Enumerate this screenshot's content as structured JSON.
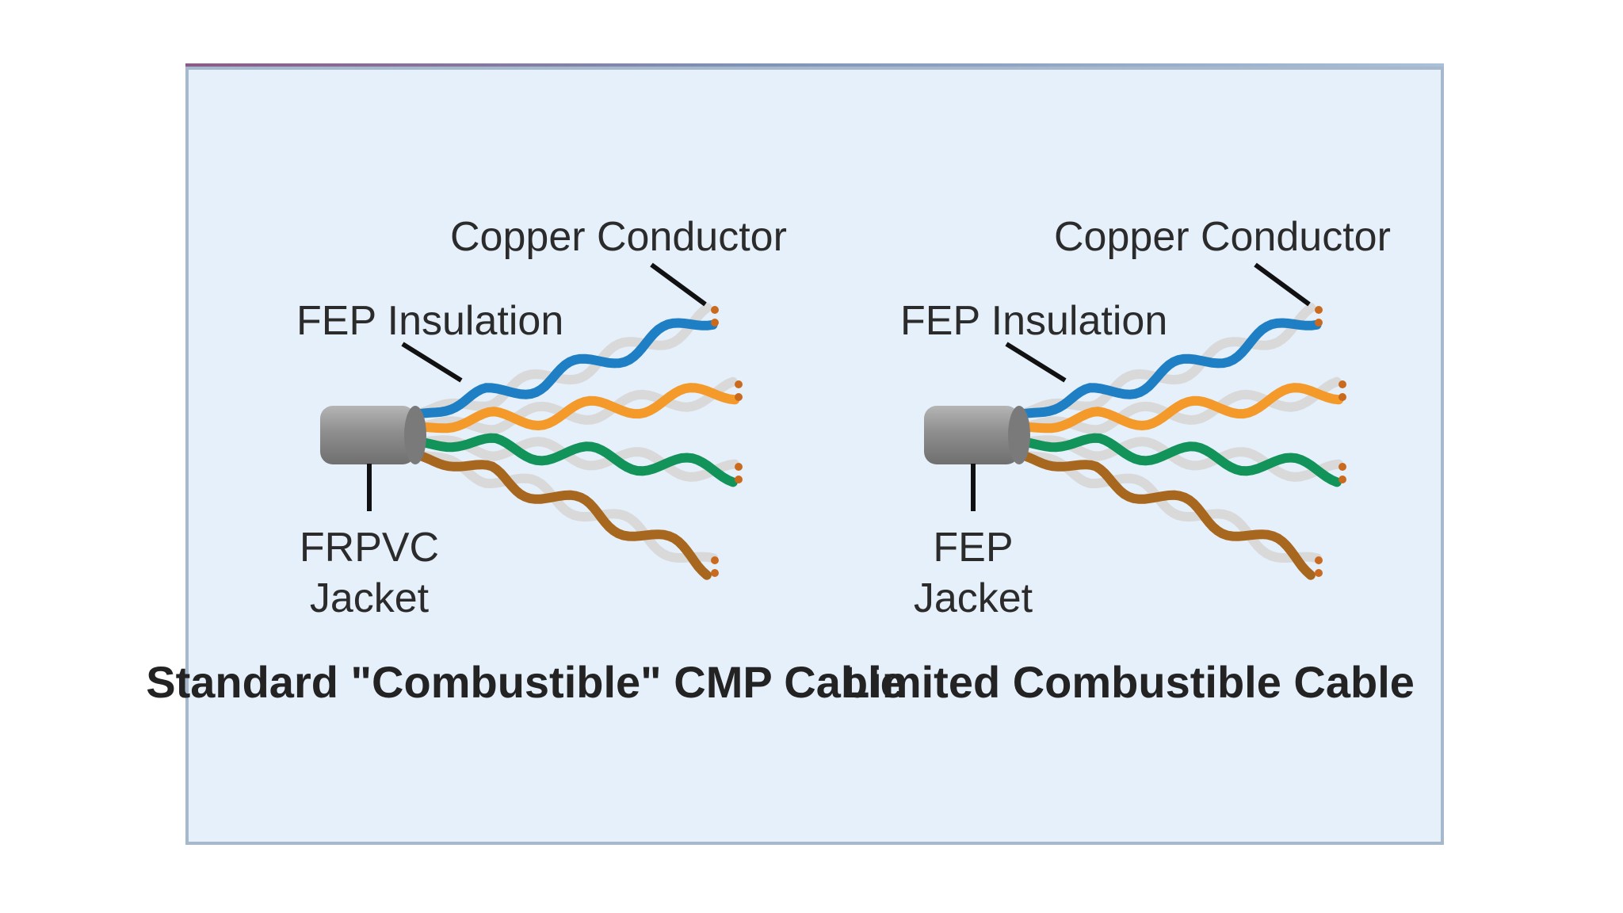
{
  "diagrams": [
    {
      "caption": "Standard \"Combustible\" CMP Cable",
      "labels": {
        "conductor": "Copper Conductor",
        "insulation": "FEP Insulation",
        "jacket_line1": "FRPVC",
        "jacket_line2": "Jacket"
      }
    },
    {
      "caption": "Limited Combustible Cable",
      "labels": {
        "conductor": "Copper Conductor",
        "insulation": "FEP Insulation",
        "jacket_line1": "FEP",
        "jacket_line2": "Jacket"
      }
    }
  ],
  "colors": {
    "background": "#e6f0fa",
    "border": "#a5b8cc",
    "jacket": "#8c8c8c",
    "blue_pair": "#1f7fc4",
    "orange_pair": "#f39a2b",
    "green_pair": "#11935a",
    "brown_pair": "#a8671e",
    "white_stripe": "#d9d9d9",
    "copper": "#c96a1e"
  }
}
